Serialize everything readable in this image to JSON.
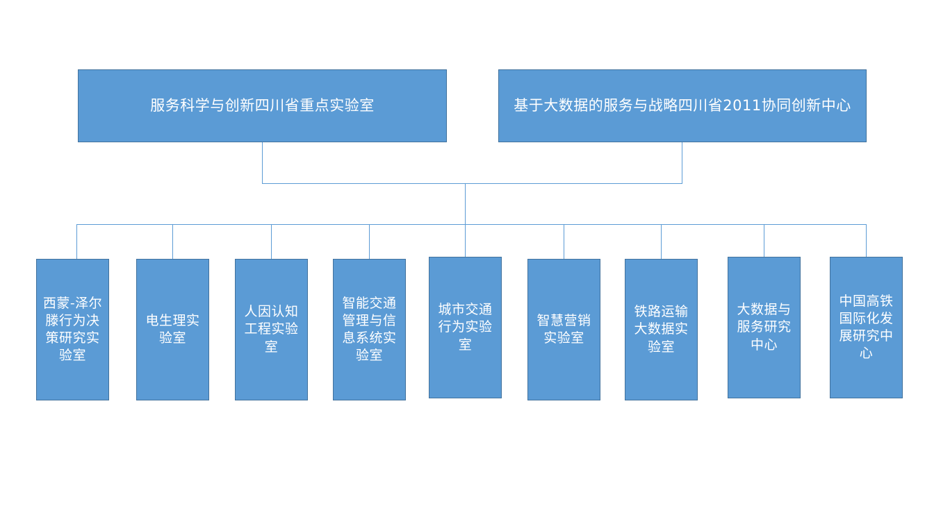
{
  "diagram": {
    "type": "org-chart",
    "title": "",
    "colors": {
      "node_fill": "#5B9BD5",
      "node_border": "#41719C",
      "node_text": "#FFFFFF",
      "connector": "#5B9BD5",
      "background": "#FFFFFF"
    },
    "top_level": [
      {
        "id": "lab-key",
        "label": "服务科学与创新四川省重点实验室"
      },
      {
        "id": "center-2011",
        "label": "基于大数据的服务与战略四川省2011协同创新中心"
      }
    ],
    "children": [
      {
        "id": "leaf-1",
        "label": "西蒙-泽尔滕行为决策研究实验室"
      },
      {
        "id": "leaf-2",
        "label": "电生理实验室"
      },
      {
        "id": "leaf-3",
        "label": "人因认知工程实验室"
      },
      {
        "id": "leaf-4",
        "label": "智能交通管理与信息系统实验室"
      },
      {
        "id": "leaf-5",
        "label": "城市交通行为实验室"
      },
      {
        "id": "leaf-6",
        "label": "智慧营销实验室"
      },
      {
        "id": "leaf-7",
        "label": "铁路运输大数据实验室"
      },
      {
        "id": "leaf-8",
        "label": "大数据与服务研究中心"
      },
      {
        "id": "leaf-9",
        "label": "中国高铁国际化发展研究中心"
      }
    ]
  }
}
